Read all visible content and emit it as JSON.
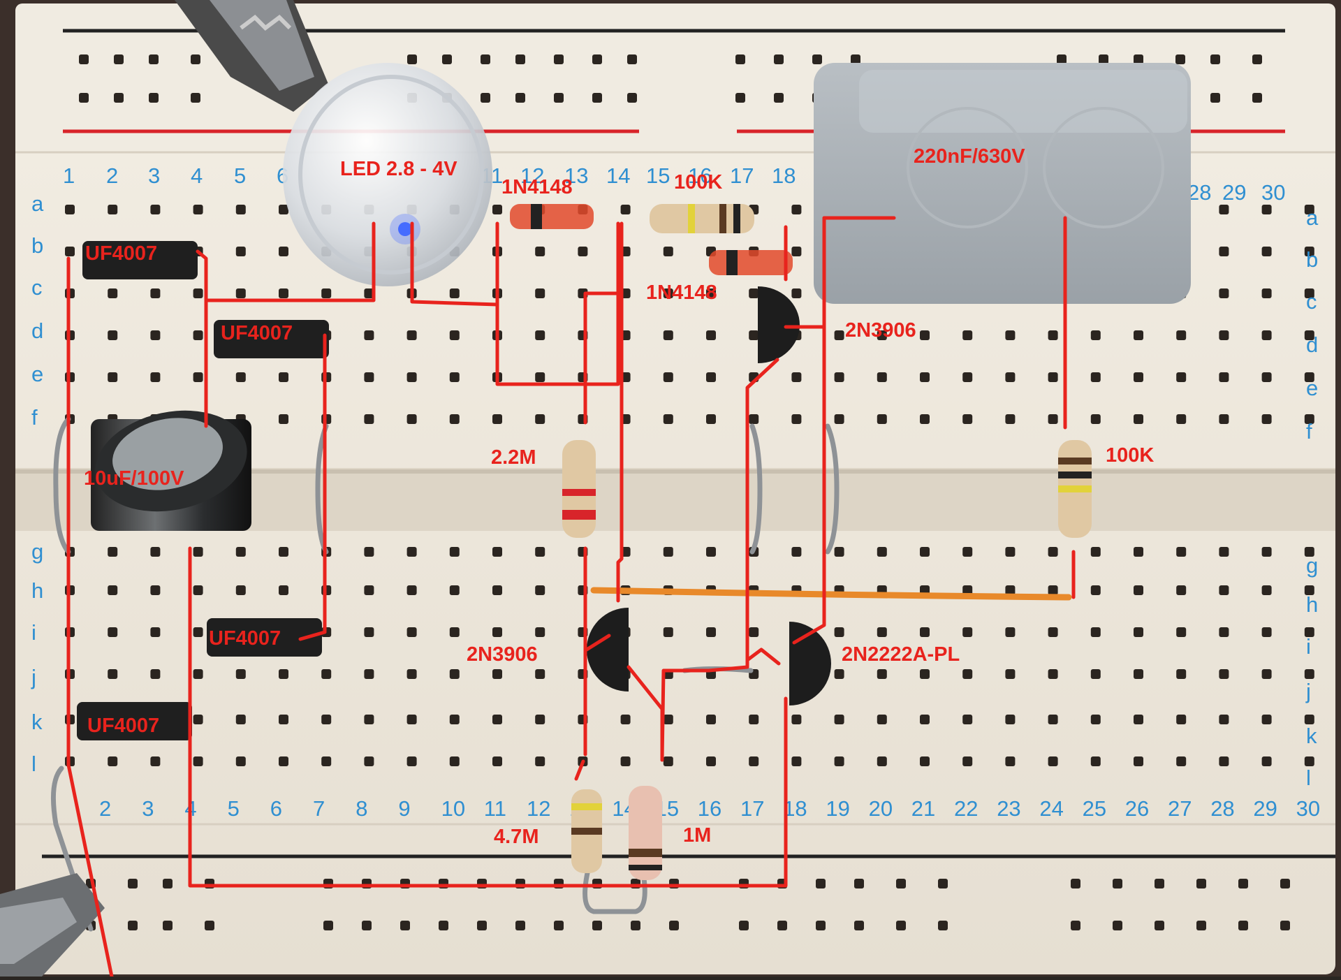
{
  "column_numbers": {
    "top": [
      "1",
      "2",
      "3",
      "4",
      "5",
      "6",
      "11",
      "12",
      "13",
      "14",
      "15",
      "16",
      "17",
      "18",
      "28",
      "29",
      "30"
    ],
    "bottom": [
      "2",
      "3",
      "4",
      "5",
      "6",
      "7",
      "8",
      "9",
      "10",
      "11",
      "12",
      "13",
      "14",
      "15",
      "16",
      "17",
      "18",
      "19",
      "20",
      "21",
      "22",
      "23",
      "24",
      "25",
      "26",
      "27",
      "28",
      "29",
      "30"
    ]
  },
  "row_letters": {
    "left": [
      "a",
      "b",
      "c",
      "d",
      "e",
      "f",
      "g",
      "h",
      "i",
      "j",
      "k",
      "l"
    ],
    "right": [
      "a",
      "b",
      "c",
      "d",
      "e",
      "f",
      "g",
      "h",
      "i",
      "j",
      "k",
      "l"
    ]
  },
  "labels": {
    "led": "LED 2.8 - 4V",
    "diode_top_1": "1N4148",
    "resistor_100k_top": "100K",
    "capacitor_220n": "220nF/630V",
    "diode_top_2": "1N4148",
    "uf4007_1": "UF4007",
    "uf4007_2": "UF4007",
    "uf4007_3": "UF4007",
    "uf4007_4": "UF4007",
    "cap_10u": "10uF/100V",
    "resistor_2m2": "2.2M",
    "transistor_q1": "2N3906",
    "resistor_100k_right": "100K",
    "transistor_q2": "2N3906",
    "transistor_q3": "2N2222A-PL",
    "resistor_4m7": "4.7M",
    "resistor_1m": "1M"
  },
  "colors": {
    "annotation_red": "#e8231d",
    "breadboard": "#efe9de",
    "hole": "#2b2520",
    "column_number_blue": "#2f8fd1",
    "orange_wire": "#e8892a",
    "capacitor_grey": "#a9afb4"
  }
}
